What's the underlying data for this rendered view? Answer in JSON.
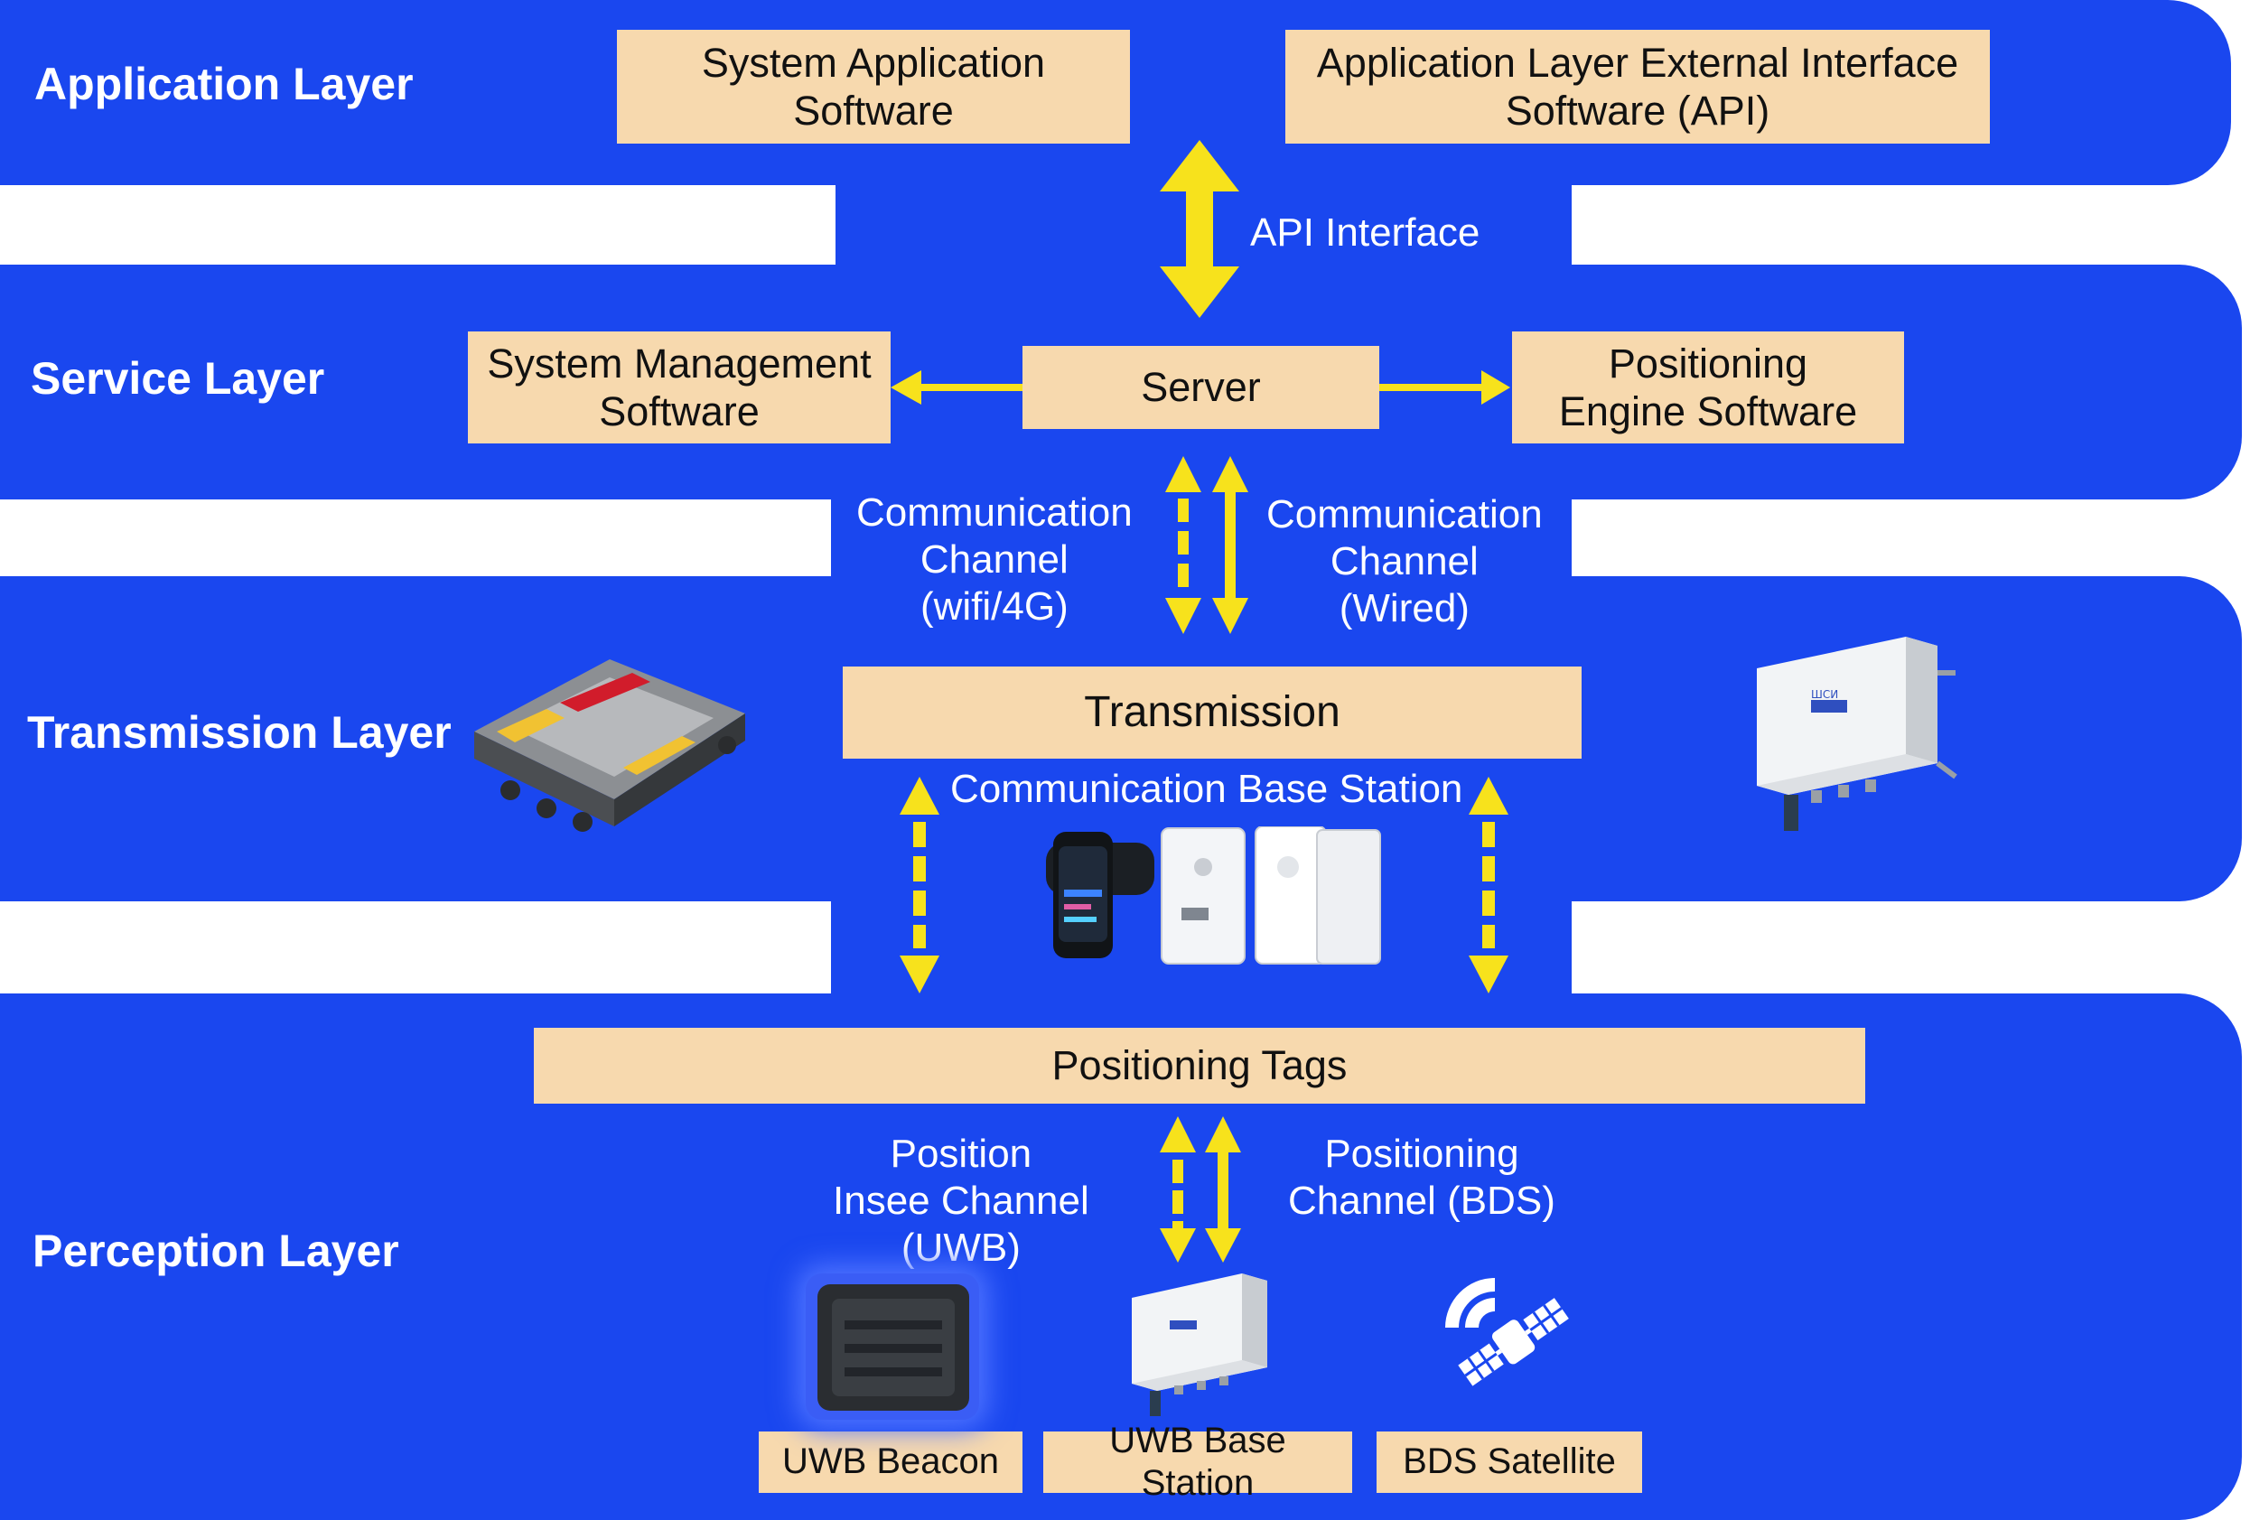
{
  "layers": {
    "application": "Application Layer",
    "service": "Service Layer",
    "transmission": "Transmission Layer",
    "perception": "Perception Layer"
  },
  "boxes": {
    "system_application_software": [
      "System Application",
      "Software"
    ],
    "external_interface_api": [
      "Application Layer External Interface",
      "Software (API)"
    ],
    "system_management_software": [
      "System Management",
      "Software"
    ],
    "server": "Server",
    "positioning_engine_software": [
      "Positioning",
      "Engine Software"
    ],
    "transmission": "Transmission",
    "positioning_tags": "Positioning Tags",
    "uwb_beacon": "UWB Beacon",
    "uwb_base_station": "UWB Base Station",
    "bds_satellite": "BDS Satellite"
  },
  "labels": {
    "api_interface": "API Interface",
    "comm_channel_wifi": [
      "Communication",
      "Channel",
      "(wifi/4G)"
    ],
    "comm_channel_wired": [
      "Communication",
      "Channel",
      "(Wired)"
    ],
    "communication_base_station": "Communication Base Station",
    "position_channel_uwb": [
      "Position",
      "Insee Channel",
      "(UWB)"
    ],
    "positioning_channel_bds": [
      "Positioning",
      "Channel (BDS)"
    ]
  },
  "device_images": {
    "base_station_brand": "ШСИ"
  },
  "colors": {
    "band_blue": "#1a47ef",
    "box_fill": "#f7d9ae",
    "arrow_yellow": "#f7e21c",
    "text_white": "#ffffff"
  }
}
